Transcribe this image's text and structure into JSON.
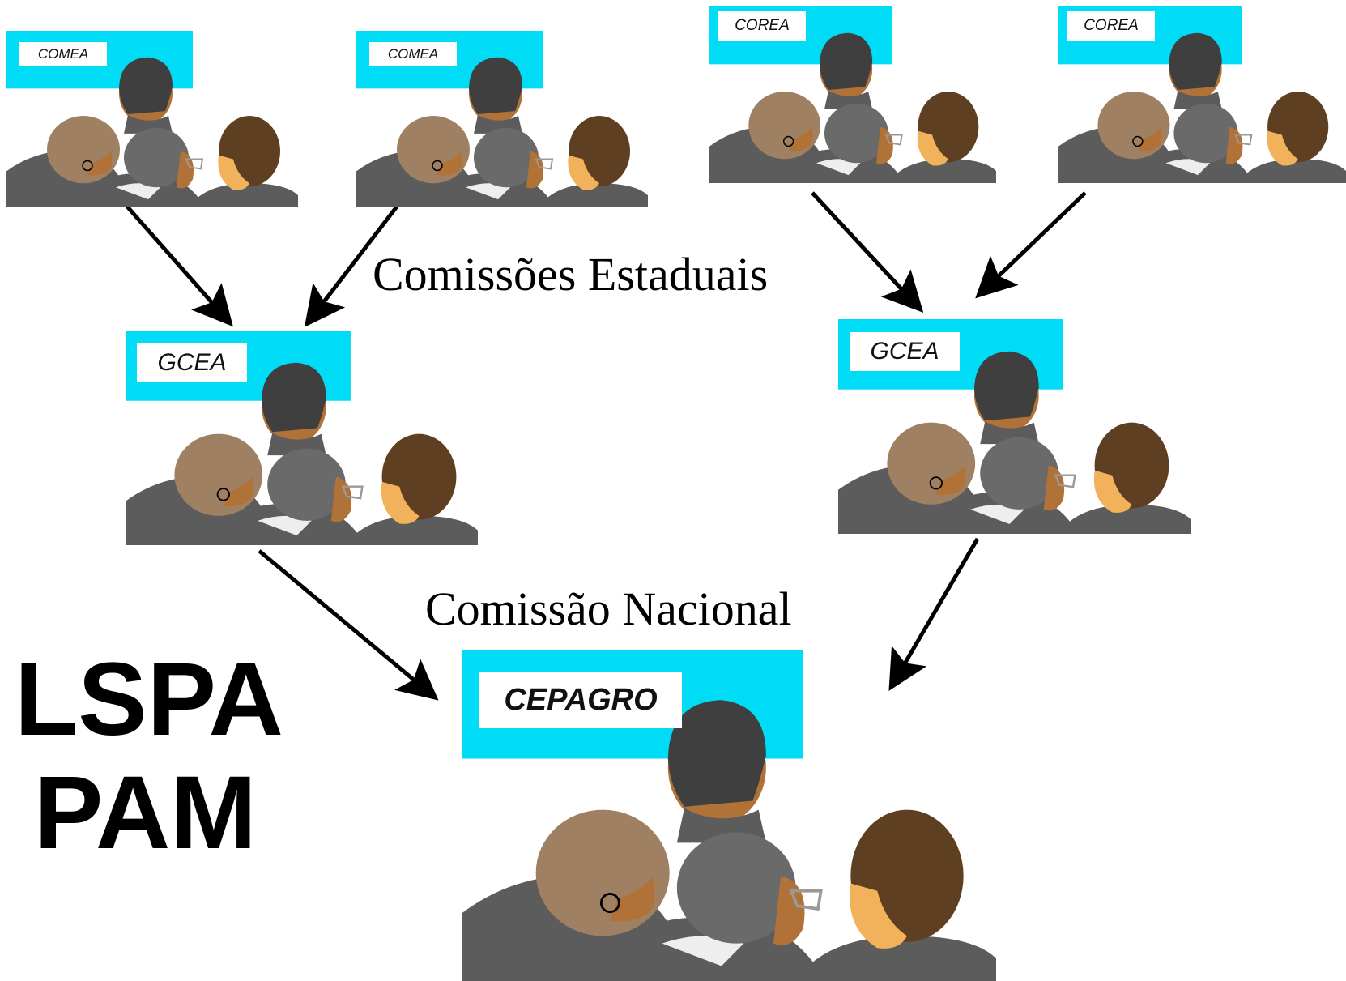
{
  "colors": {
    "board": "#00dcf5",
    "board_label_bg": "#ffffff",
    "suit": "#5c5c5c",
    "hair_light": "#a08062",
    "hair_gray": "#6a6a6a",
    "hair_dark": "#3f3f3f",
    "hair_brown": "#5e3f21",
    "skin_tan": "#b07236",
    "skin_light": "#f2b25c",
    "arrow": "#000000"
  },
  "groups": {
    "comea_1": {
      "label": "COMEA",
      "icon": "meeting-group-icon"
    },
    "comea_2": {
      "label": "COMEA",
      "icon": "meeting-group-icon"
    },
    "corea_1": {
      "label": "COREA",
      "icon": "meeting-group-icon"
    },
    "corea_2": {
      "label": "COREA",
      "icon": "meeting-group-icon"
    },
    "gcea_left": {
      "label": "GCEA",
      "icon": "meeting-group-icon"
    },
    "gcea_right": {
      "label": "GCEA",
      "icon": "meeting-group-icon"
    },
    "cepagro": {
      "label": "CEPAGRO",
      "icon": "meeting-group-icon"
    }
  },
  "captions": {
    "state": "Comissões Estaduais",
    "national": "Comissão Nacional"
  },
  "acronyms": {
    "line1": "LSPA",
    "line2": "PAM"
  },
  "flows": [
    {
      "from": "comea_1",
      "to": "gcea_left"
    },
    {
      "from": "comea_2",
      "to": "gcea_left"
    },
    {
      "from": "corea_1",
      "to": "gcea_right"
    },
    {
      "from": "corea_2",
      "to": "gcea_right"
    },
    {
      "from": "gcea_left",
      "to": "cepagro"
    },
    {
      "from": "gcea_right",
      "to": "cepagro"
    }
  ]
}
